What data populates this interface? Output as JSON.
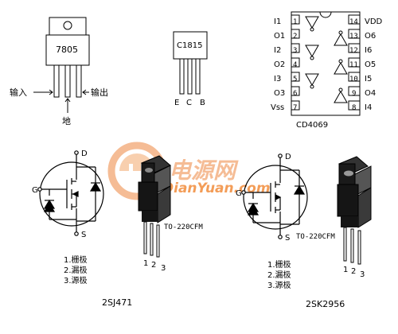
{
  "colors": {
    "watermark_orange": "#f4b183",
    "watermark_text": "#f28c3c",
    "package_black": "#1a1a1a",
    "line": "#000000"
  },
  "to92_7805": {
    "part": "7805",
    "left_label": "输入",
    "right_label": "输出",
    "bottom_label": "地"
  },
  "to92_c1815": {
    "part": "C1815",
    "pins": [
      "E",
      "C",
      "B"
    ]
  },
  "dip_cd4069": {
    "chip": "CD4069",
    "left_labels": [
      "I1",
      "O1",
      "I2",
      "O2",
      "I3",
      "O3",
      "Vss"
    ],
    "right_labels": [
      "VDD",
      "O6",
      "I6",
      "O5",
      "I5",
      "O4",
      "I4"
    ],
    "left_pins": [
      "1",
      "2",
      "3",
      "4",
      "5",
      "6",
      "7"
    ],
    "right_pins": [
      "14",
      "13",
      "12",
      "11",
      "10",
      "9",
      "8"
    ]
  },
  "mosfet_left": {
    "part": "2SJ471",
    "gate": "G",
    "drain": "D",
    "source": "S",
    "package": "TO-220CFM",
    "pin_numbers": [
      "1",
      "2",
      "3"
    ],
    "pin_legend": [
      "1.栅极",
      "2.漏极",
      "3.源极"
    ]
  },
  "mosfet_right": {
    "part": "2SK2956",
    "gate": "G",
    "drain": "D",
    "source": "S",
    "package": "TO-220CFM",
    "pin_numbers": [
      "1",
      "2",
      "3"
    ],
    "pin_legend": [
      "1.栅极",
      "2.漏极",
      "3.源极"
    ]
  },
  "watermark": {
    "cn": "电源网",
    "en": "DianYuan.com"
  }
}
